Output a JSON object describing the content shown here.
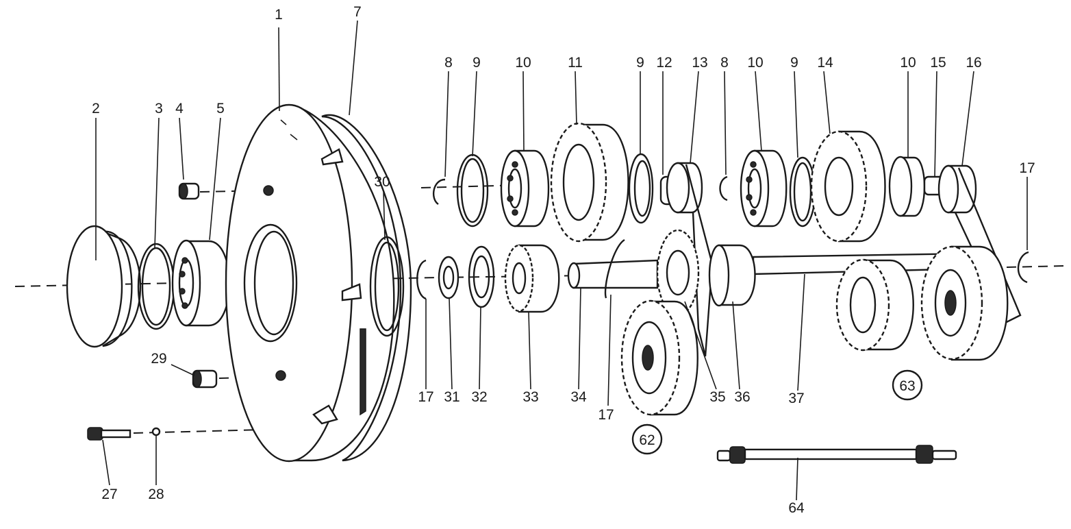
{
  "labels": {
    "l1": "1",
    "l2": "2",
    "l3": "3",
    "l4": "4",
    "l5": "5",
    "l7": "7",
    "l8a": "8",
    "l9a": "9",
    "l10a": "10",
    "l11": "11",
    "l9b": "9",
    "l12": "12",
    "l13": "13",
    "l8b": "8",
    "l10b": "10",
    "l9c": "9",
    "l14": "14",
    "l10c": "10",
    "l15": "15",
    "l16": "16",
    "l17a": "17",
    "l30": "30",
    "l29": "29",
    "l27": "27",
    "l28": "28",
    "l17b": "17",
    "l31": "31",
    "l32": "32",
    "l33": "33",
    "l34": "34",
    "l17c": "17",
    "l35": "35",
    "l36": "36",
    "l37": "37",
    "l62": "62",
    "l63": "63",
    "l64": "64"
  }
}
